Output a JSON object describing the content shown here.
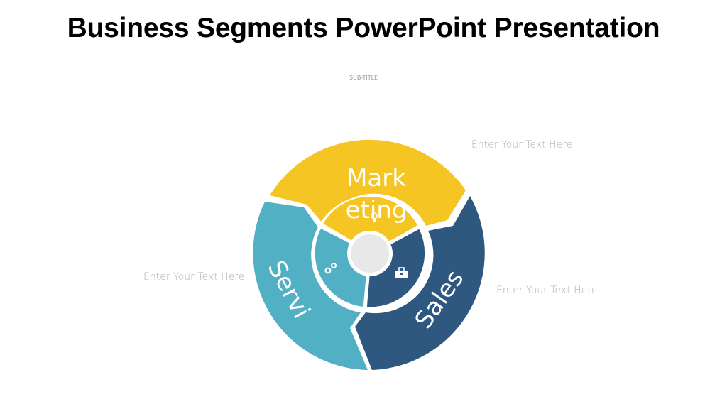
{
  "slide": {
    "title": "Business Segments PowerPoint Presentation",
    "subtitle": "SUB-TITLE"
  },
  "diagram": {
    "type": "segmented-cycle",
    "segments": [
      {
        "label_line1": "Mark",
        "label_line2": "eting",
        "icon": "lightbulb-icon",
        "color": "#F5C523",
        "note": "Enter Your Text Here."
      },
      {
        "label": "Sales",
        "icon": "briefcase-icon",
        "color": "#2F5880",
        "note": "Enter Your Text Here."
      },
      {
        "label": "Servi",
        "icon": "gears-icon",
        "color": "#52B0C4",
        "note": "Enter Your Text Here."
      }
    ],
    "center_color": "#E8E8E8"
  }
}
